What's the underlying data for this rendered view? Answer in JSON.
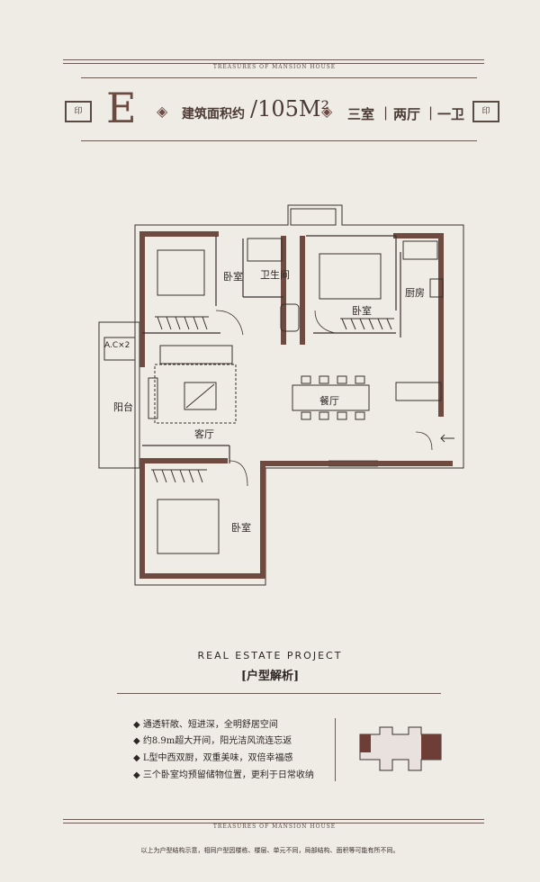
{
  "brand": {
    "tagline_top": "TREASURES OF MANSION HOUSE",
    "tagline_bottom": "TREASURES OF MANSION HOUSE"
  },
  "header": {
    "type_letter": "E",
    "area_label": "建筑面积约",
    "area_value": "/105M²",
    "rooms": [
      "三室",
      "两厅",
      "一卫"
    ]
  },
  "plan": {
    "labels": {
      "bedroom_top_left": "卧室",
      "bathroom": "卫生间",
      "bedroom_top_mid": "卧室",
      "kitchen": "厨房",
      "ac": "A.C×2",
      "balcony": "阳台",
      "dining": "餐厅",
      "living": "客厅",
      "bedroom_bottom": "卧室"
    }
  },
  "project": {
    "title": "REAL ESTATE PROJECT",
    "section": "[户型解析]"
  },
  "features": [
    "通透轩敞、短进深，全明舒居空间",
    "约8.9m超大开间，阳光洁风流连忘返",
    "L型中西双厨，双重美味，双倍幸福感",
    "三个卧室均预留储物位置，更利于日常收纳"
  ],
  "footer": {
    "note": "以上为户型结构示意，相同户型因楼栋、楼层、单元不同，局部结构、面积等可能有所不同。"
  }
}
